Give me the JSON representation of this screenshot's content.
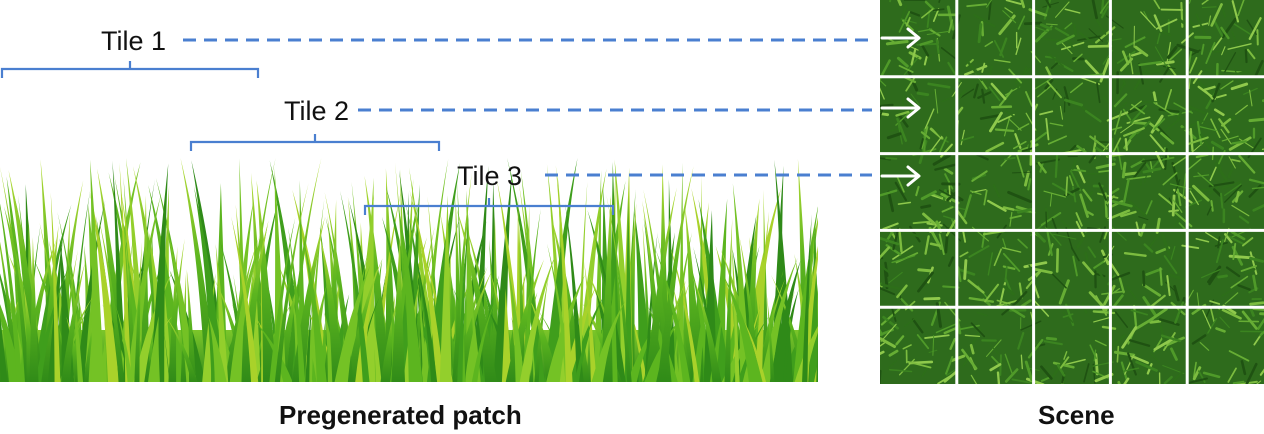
{
  "tiles": [
    {
      "label": "Tile 1"
    },
    {
      "label": "Tile 2"
    },
    {
      "label": "Tile 3"
    }
  ],
  "captions": {
    "patch": "Pregenerated patch",
    "scene": "Scene"
  },
  "scene_grid": {
    "rows": 5,
    "cols": 5
  },
  "colors": {
    "connector": "#4a7fd0",
    "bracket": "#4a7fd0",
    "grass_light": "#a9d22a",
    "grass_mid": "#5cb51f",
    "grass_dark": "#2f8a18",
    "scene_base": "#2e6b1c",
    "grid_line": "#ffffff",
    "arrow": "#ffffff"
  }
}
